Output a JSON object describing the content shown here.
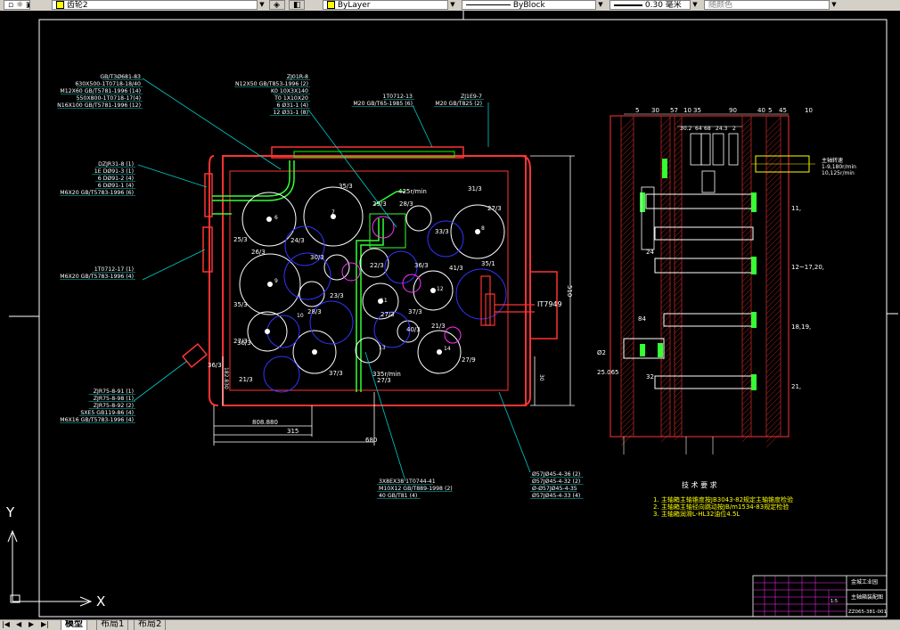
{
  "toolbar": {
    "layer_value": "齿轮2",
    "color_value": "ByLayer",
    "linetype_value": "ByBlock",
    "lineweight_value": "0.30 毫米",
    "plotstyle_value": "随颜色"
  },
  "tabs": [
    {
      "label": "模型"
    },
    {
      "label": "布局1"
    },
    {
      "label": "布局2"
    }
  ],
  "ucs": {
    "x_label": "X",
    "y_label": "Y"
  },
  "main_view": {
    "leader_labels": [
      {
        "lines": [
          "GB/T3Ø681-83",
          "630X500-1T0718-18/40",
          "M12X60 GB/T5781-1996 (14)",
          "550X800-1T0718-17(4)",
          "N16X100 GB/T5781-1996 (12)"
        ]
      },
      {
        "lines": [
          "ZJ01R-8",
          "N12X50 GB/T853-1996 (2)",
          "K0 10X3X140",
          "T0 1X10X20",
          "6 Ø31-1 (4)",
          "12 Ø31-1 (8)"
        ]
      },
      {
        "lines": [
          "1T0712-13",
          "M20 GB/T65-1985 (6)"
        ]
      },
      {
        "lines": [
          "ZJ1E9-7",
          "M20 GB/T825 (2)"
        ]
      },
      {
        "lines": [
          "DZJR31-8 (1)",
          "1E DØ91-3 (1)",
          "6 DØ91-2 (4)",
          "6 DØ91-1 (4)",
          "M6X20 GB/T5783-1996 (6)"
        ]
      },
      {
        "lines": [
          "1T0712-17 (1)",
          "M6X20 GB/T5783-1996 (4)"
        ]
      },
      {
        "lines": [
          "ZJR75-8-91 (1)",
          "ZJR75-8-98 (1)",
          "ZJR75-8-92 (2)",
          "SXE5 GB119-86 (4)",
          "M6X16 GB/T5783-1996 (4)"
        ]
      },
      {
        "lines": [
          "3X8EX38 1T0744-41",
          "M10X12 GB/T889-1998 (2)",
          "40 GB/T81 (4)"
        ]
      },
      {
        "lines": [
          "Ø57JØ45-4-36 (2)",
          "Ø57JØ45-4-32 (2)",
          "Ø-Ø57JØ45-4-35",
          "Ø57JØ45-4-33 (4)"
        ]
      }
    ],
    "gear_labels": [
      "35/3",
      "29/3",
      "31/3",
      "27/3",
      "24/3",
      "28/3",
      "26/3",
      "25/3",
      "30/3",
      "33/3",
      "22/3",
      "23/3",
      "36/3",
      "21/3",
      "27/9",
      "35/3",
      "28/3",
      "27/3",
      "36/3",
      "37/3",
      "35/1",
      "36/3",
      "40/3",
      "41/3",
      "37/3",
      "27/3",
      "21/3",
      "27/3"
    ],
    "speed_labels": [
      "425r/min",
      "335r/min",
      "IT7949"
    ],
    "dimensions": [
      "808.880",
      "315",
      "680",
      "510",
      "182.830",
      "30"
    ],
    "axis_numbers": [
      "6",
      "7",
      "8",
      "9",
      "10",
      "11",
      "12",
      "13",
      "14"
    ]
  },
  "side_view": {
    "top_dims": [
      "5",
      "30",
      "57",
      "10",
      "35",
      "90",
      "40",
      "5",
      "45",
      "10"
    ],
    "mini_dims": [
      "30.2",
      "64",
      "68",
      "24.3",
      "2"
    ],
    "motor_note": [
      "主轴转速",
      "1-9,180r/min",
      "10,125r/min"
    ],
    "right_notes": [
      "11,",
      "12~17,20,",
      "18,19,",
      "21,"
    ],
    "left_dims": [
      "Ø2",
      "25.065",
      "84",
      "24",
      "32"
    ]
  },
  "tech_req": {
    "title": "技 术 要 求",
    "items": [
      "1. 主轴箱主轴锥度按JB3043-82规定主轴锥度检验",
      "2. 主轴箱主轴径向跳动按JB/m1534-83规定检验",
      "3. 主轴箱润滑L-HL32油位4.5L"
    ]
  },
  "title_block": {
    "company": "金城工业园",
    "drawing_name": "主轴箱装配图",
    "drawing_number": "ZZ065-381-001",
    "scale": "1:5"
  }
}
